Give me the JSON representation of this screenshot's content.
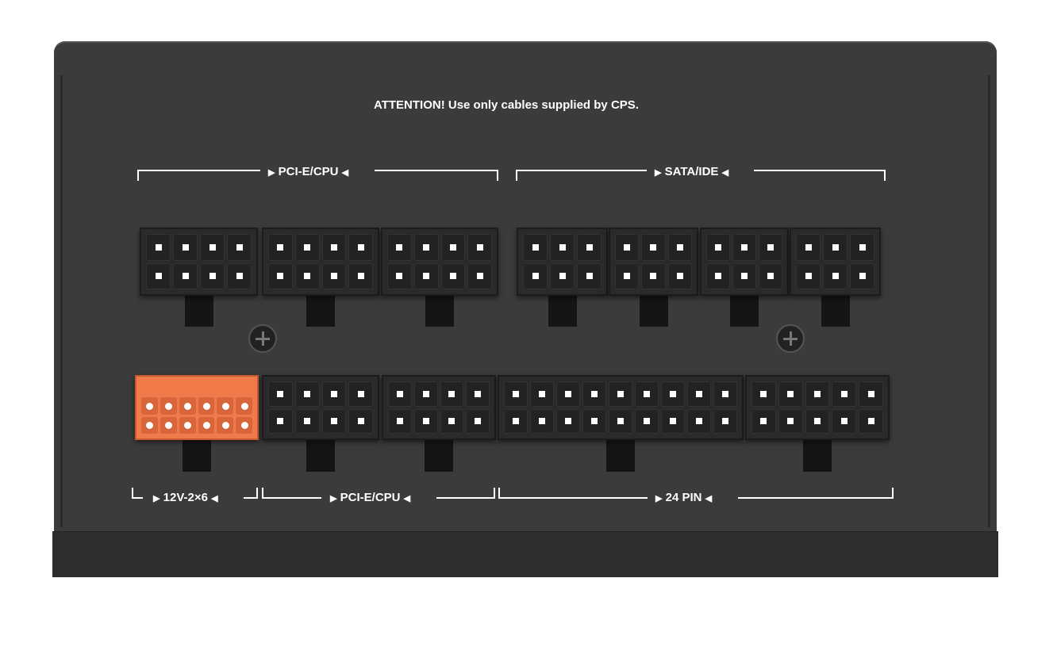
{
  "attention": "ATTENTION! Use only cables supplied by CPS.",
  "labels": {
    "top_left": "PCI-E/CPU",
    "top_right": "SATA/IDE",
    "bottom_12v": "12V-2×6",
    "bottom_pcie": "PCI-E/CPU",
    "bottom_24pin": "24 PIN"
  },
  "colors": {
    "panel": "#3b3b3b",
    "connector": "#2a2a2a",
    "highlight": "#f07a4a"
  },
  "connectors": {
    "top": [
      {
        "cols": 4,
        "rows": 2
      },
      {
        "cols": 4,
        "rows": 2
      },
      {
        "cols": 4,
        "rows": 2
      },
      {
        "cols": 3,
        "rows": 2
      },
      {
        "cols": 3,
        "rows": 2
      },
      {
        "cols": 3,
        "rows": 2
      },
      {
        "cols": 3,
        "rows": 2
      }
    ],
    "bottom": [
      {
        "cols": 6,
        "rows": 2,
        "type": "12V-2x6"
      },
      {
        "cols": 4,
        "rows": 2
      },
      {
        "cols": 4,
        "rows": 2
      },
      {
        "cols": 9,
        "rows": 2
      },
      {
        "cols": 5,
        "rows": 2
      }
    ]
  }
}
